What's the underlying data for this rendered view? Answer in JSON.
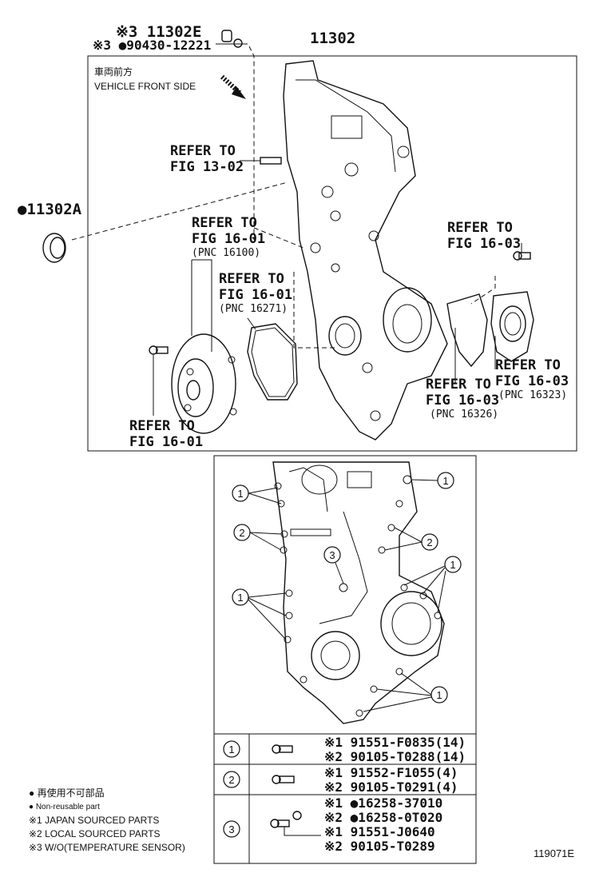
{
  "header": {
    "part_top_1": "※3 11302E",
    "part_top_2": "※3 ●90430-12221",
    "main_part": "11302",
    "side_part": "●11302A"
  },
  "orientation": {
    "jp": "車両前方",
    "en": "VEHICLE FRONT SIDE"
  },
  "refs": {
    "r1_a": "REFER TO",
    "r1_b": "FIG 13-02",
    "r2_a": "REFER TO",
    "r2_b": "FIG 16-01",
    "r2_c": "(PNC 16100)",
    "r3_a": "REFER TO",
    "r3_b": "FIG 16-01",
    "r3_c": "(PNC 16271)",
    "r4_a": "REFER TO",
    "r4_b": "FIG 16-03",
    "r5_a": "REFER TO",
    "r5_b": "FIG 16-03",
    "r5_c": "(PNC 16323)",
    "r6_a": "REFER TO",
    "r6_b": "FIG 16-03",
    "r6_c": "(PNC 16326)",
    "r7_a": "REFER TO",
    "r7_b": "FIG 16-01"
  },
  "callouts": {
    "c1": "1",
    "c2": "2",
    "c3": "3"
  },
  "table": {
    "rows": [
      {
        "num": "1",
        "lines": [
          "※1 91551-F0835(14)",
          "※2 90105-T0288(14)"
        ]
      },
      {
        "num": "2",
        "lines": [
          "※1 91552-F1055(4)",
          "※2 90105-T0291(4)"
        ]
      },
      {
        "num": "3",
        "lines": [
          "※1 ●16258-37010",
          "※2 ●16258-0T020",
          "※1 91551-J0640",
          "※2 90105-T0289"
        ]
      }
    ]
  },
  "legend": {
    "l1": "● 再使用不可部品",
    "l2": "● Non-reusable part",
    "l3": "※1 JAPAN SOURCED PARTS",
    "l4": "※2 LOCAL SOURCED PARTS",
    "l5": "※3 W/O(TEMPERATURE SENSOR)"
  },
  "footer": {
    "code": "119071E"
  }
}
